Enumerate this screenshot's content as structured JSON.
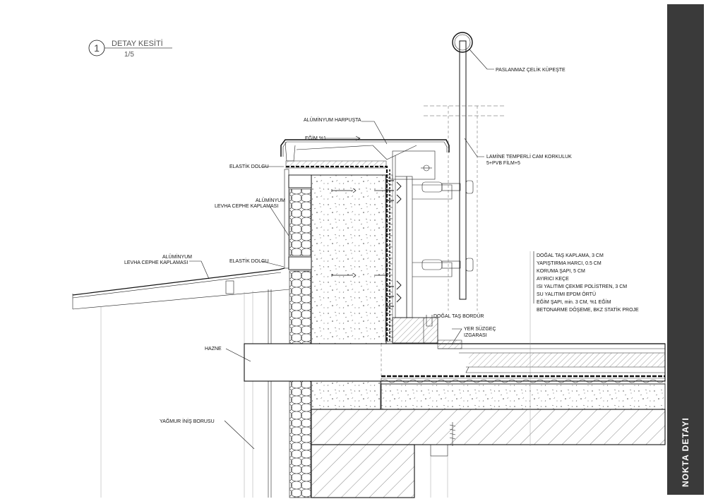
{
  "detail": {
    "number": "1",
    "title": "DETAY KESİTİ",
    "scale": "1/5"
  },
  "side_label": "NOKTA DETAYI",
  "slope_note": "EĞİM %1",
  "labels": {
    "kupeste": "PASLANMAZ ÇELİK KÜPEŞTE",
    "harpusta": "ALÜMİNYUM  HARPUŞTA",
    "cam_korkuluk_1": "LAMİNE TEMPERLİ CAM KORKULUK",
    "cam_korkuluk_2": "5+PVB FİLM+5",
    "elastik_dolgu_top": "ELASTİK DOLGU",
    "cephe_1a": "ALÜMİNYUM",
    "cephe_1b": "LEVHA CEPHE KAPLAMASI",
    "elastik_dolgu_mid": "ELASTİK DOLGU",
    "cephe_2a": "ALÜMİNYUM",
    "cephe_2b": "LEVHA CEPHE KAPLAMASI",
    "dogal_tas_bordur": "DOĞAL TAŞ BORDÜR",
    "yer_suzgec_1": "YER SÜZGEÇ",
    "yer_suzgec_2": "IZGARASI",
    "hazne": "HAZNE",
    "yagmur": "YAĞMUR İNİŞ BORUSU"
  },
  "layers": [
    "DOĞAL TAŞ KAPLAMA, 3 CM",
    "YAPIŞTIRMA HARCI, 0.5 CM",
    "KORUMA ŞAPI, 5 CM",
    "AYIRICI KEÇE",
    "ISI YALITIMI ÇEKME POLİSTREN, 3 CM",
    "SU YALITIMI EPDM ÖRTÜ",
    "EĞİM ŞAPI, min. 3 CM, %1 EĞİM",
    "BETONARME DÖŞEME, BKZ STATİK PROJE"
  ]
}
